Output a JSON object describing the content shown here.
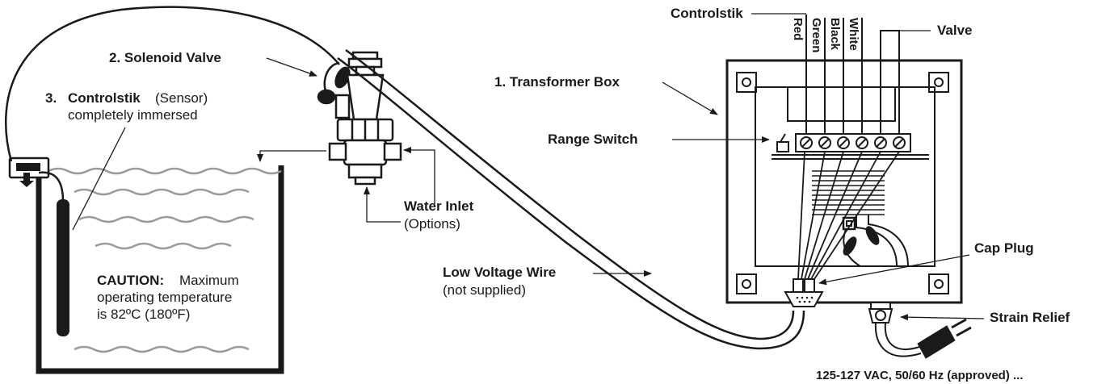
{
  "labels": {
    "solenoid_valve": "2.  Solenoid Valve",
    "controlstik_number": "3.",
    "controlstik_name": "Controlstik",
    "controlstik_sensor": "(Sensor)",
    "controlstik_immersed": "completely immersed",
    "transformer_box": "1. Transformer Box",
    "controlstik_top": "Controlstik",
    "valve_top": "Valve",
    "range_switch": "Range Switch",
    "water_inlet": "Water Inlet",
    "water_inlet_options": "(Options)",
    "cap_plug": "Cap Plug",
    "low_voltage_wire": "Low Voltage Wire",
    "not_supplied": "(not supplied)",
    "strain_relief": "Strain Relief",
    "caution_title": "CAUTION:",
    "caution_line1_rest": "Maximum",
    "caution_line2": "operating temperature",
    "caution_line3": "is 82ºC (180ºF)",
    "bottom_partial": "125-127 VAC, 50/60 Hz (approved) ..."
  },
  "wire_colors": [
    "Red",
    "Green",
    "Black",
    "White"
  ],
  "icons": [
    "transformer-box",
    "solenoid-valve",
    "sensor-probe",
    "water-tank",
    "power-plug",
    "terminal-block",
    "range-switch",
    "cap-plug",
    "strain-relief"
  ]
}
